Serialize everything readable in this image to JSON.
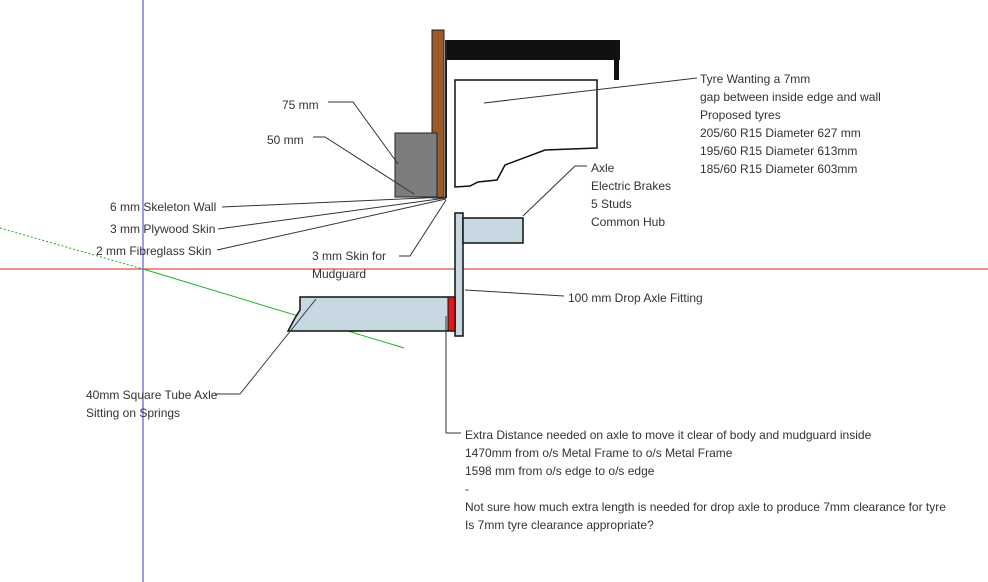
{
  "labels": {
    "tyre_note": [
      "Tyre Wanting a 7mm",
      "gap between inside edge and wall",
      "Proposed tyres",
      "205/60 R15  Diameter 627 mm",
      "195/60 R15  Diameter 613mm",
      "185/60 R15  Diameter 603mm"
    ],
    "axle_note": [
      "Axle",
      "Electric Brakes",
      "5 Studs",
      "Common Hub"
    ],
    "dim_75": "75 mm",
    "dim_50": "50 mm",
    "skeleton_wall": "6  mm Skeleton Wall",
    "plywood_skin": "3 mm Plywood Skin",
    "fibreglass_skin": "2 mm  Fibreglass Skin",
    "mudguard_skin": [
      "3 mm Skin for",
      "Mudguard"
    ],
    "drop_axle": "100 mm Drop Axle Fitting",
    "square_tube": [
      "40mm Square Tube Axle",
      "Sitting on Springs"
    ],
    "extra_distance": [
      "Extra Distance needed on axle to move it clear of body and mudguard inside",
      "1470mm from o/s Metal Frame to o/s Metal Frame",
      "1598 mm from o/s edge to o/s edge",
      "-",
      "Not sure how much extra length is needed for drop axle  to produce 7mm clearance for tyre",
      "Is 7mm tyre clearance appropriate?"
    ]
  },
  "colors": {
    "axis_blue": "#3a3adf",
    "axis_red": "#d42020",
    "axis_green": "#22b022",
    "axis_green_dotted": "#22aa22",
    "wood": "#9a5a2a",
    "block": "#7d7d7d",
    "tube": "#c8d8e2",
    "red_plate": "#e01818",
    "bar": "#111111"
  }
}
